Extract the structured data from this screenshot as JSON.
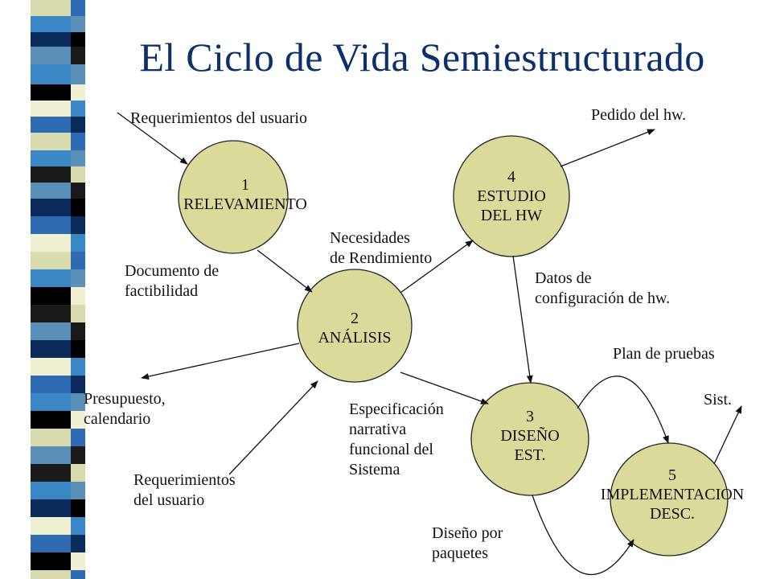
{
  "title": "El Ciclo de Vida Semiestructurado",
  "colors": {
    "node_fill": "#dada9a",
    "node_stroke": "#222222",
    "title": "#0d2f6b",
    "stripe": [
      "#0b2b5c",
      "#3b86c4",
      "#d9dcae",
      "#000000",
      "#5c8fb8",
      "#2e6bb3",
      "#f0f0d2",
      "#1a1a1a"
    ]
  },
  "nodes": {
    "n1": {
      "number": "1",
      "name": "RELEVAMIENTO"
    },
    "n2": {
      "number": "2",
      "name": "ANÁLISIS"
    },
    "n3": {
      "number": "3",
      "line1": "DISEÑO",
      "line2": "EST."
    },
    "n4": {
      "number": "4",
      "line1": "ESTUDIO",
      "line2": "DEL HW"
    },
    "n5": {
      "number": "5",
      "line1": "IMPLEMENTACION",
      "line2": "DESC."
    }
  },
  "labels": {
    "req_usuario_top": "Requerimientos del usuario",
    "pedido_hw": "Pedido del hw.",
    "necesidades": "Necesidades",
    "de_rendimiento": "de Rendimiento",
    "documento_de": "Documento de",
    "factibilidad": "factibilidad",
    "datos_de": "Datos de",
    "configuracion_hw": "configuración de hw.",
    "plan_pruebas": "Plan de pruebas",
    "presupuesto": "Presupuesto,",
    "calendario": "calendario",
    "especificacion": "Especificación",
    "narrativa": "narrativa",
    "funcional_del": "funcional del",
    "sistema": "Sistema",
    "sist": "Sist.",
    "requerimientos": "Requerimientos",
    "del_usuario": "del usuario",
    "diseno_por": "Diseño por",
    "paquetes": "paquetes"
  }
}
